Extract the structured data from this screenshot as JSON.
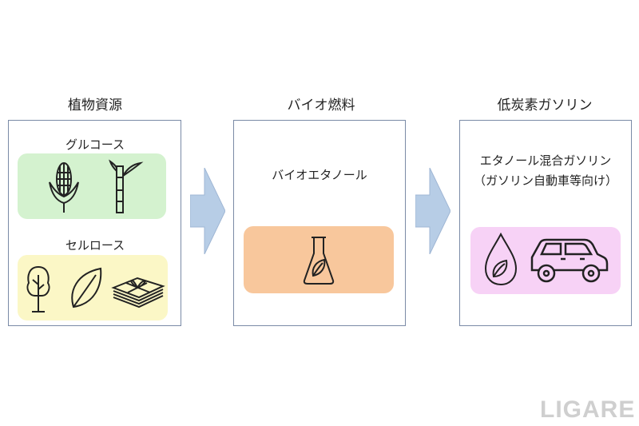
{
  "columns": [
    {
      "title": "植物資源",
      "groups": [
        {
          "label": "グルコース",
          "icons": [
            "corn-icon",
            "sugarcane-icon"
          ]
        },
        {
          "label": "セルロース",
          "icons": [
            "tree-icon",
            "leaf-icon",
            "paper-stack-icon"
          ]
        }
      ]
    },
    {
      "title": "バイオ燃料",
      "line1": "バイオエタノール",
      "icons": [
        "flask-icon"
      ]
    },
    {
      "title": "低炭素ガソリン",
      "line1": "エタノール混合ガソリン",
      "line2": "（ガソリン自動車等向け）",
      "icons": [
        "fuel-drop-icon",
        "car-icon"
      ]
    }
  ],
  "arrows": [
    "right-arrow",
    "right-arrow"
  ],
  "colors": {
    "green": "#d4f2cf",
    "yellow": "#fbf7c6",
    "orange": "#f8c79c",
    "pink": "#f7d2f6",
    "arrow": "#b7cde6",
    "border": "#7a8aa6"
  },
  "watermark": "LIGARE"
}
